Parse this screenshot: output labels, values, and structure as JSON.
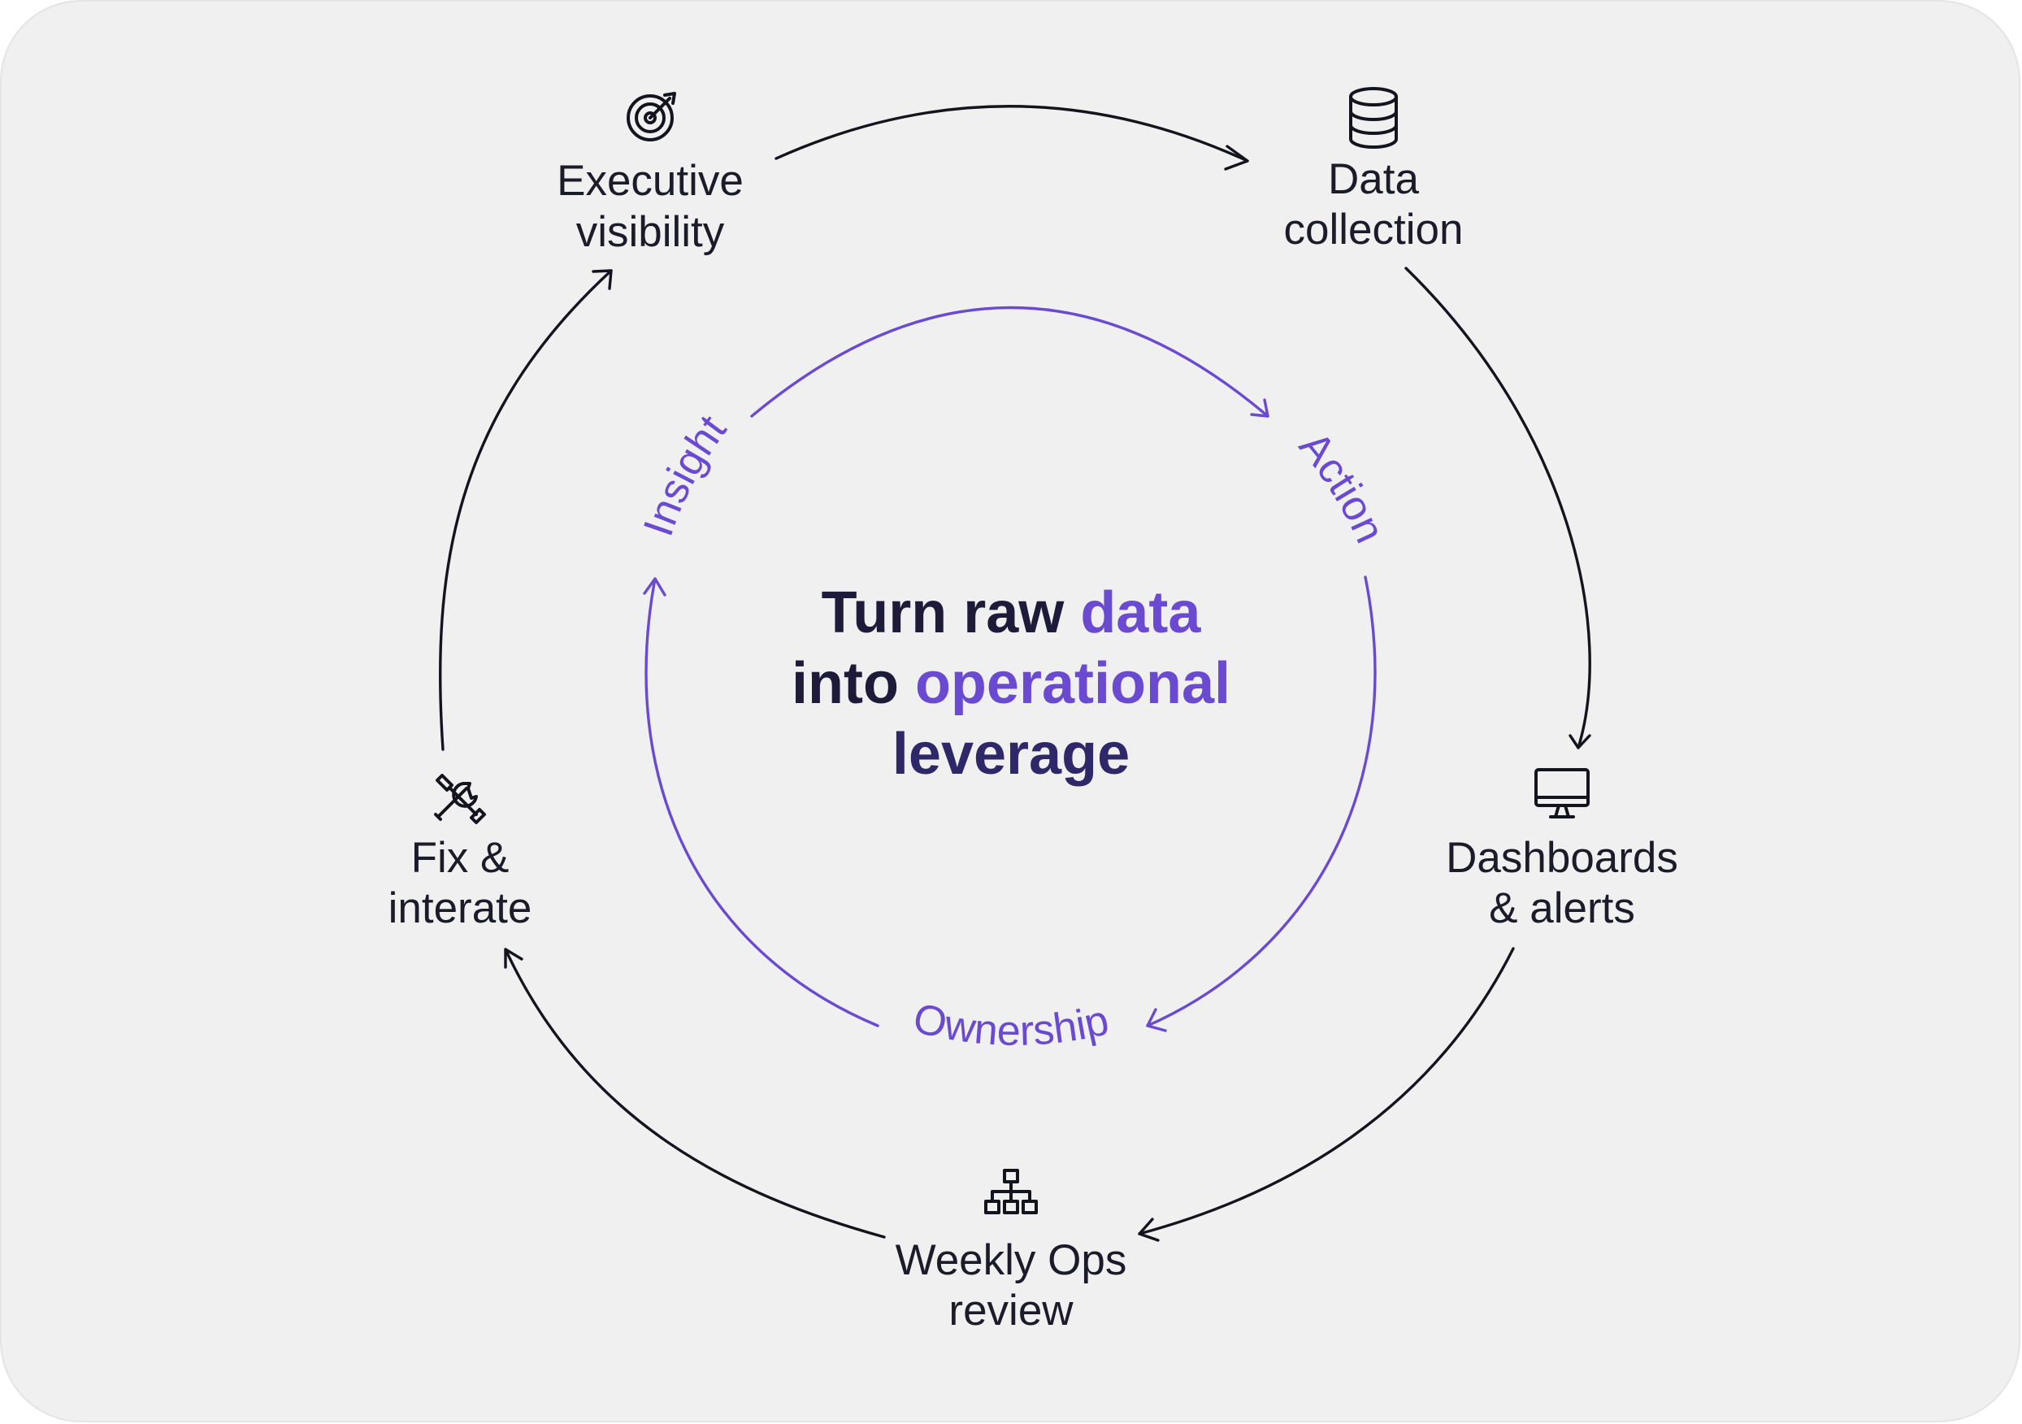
{
  "colors": {
    "background": "#f0f0f0",
    "ink": "#14141e",
    "accent": "#6a4ad0",
    "title_dark": "#1d1a3a"
  },
  "center_title": {
    "line1": {
      "dark": "Turn raw ",
      "accent": "data"
    },
    "line2": {
      "dark": "into ",
      "accent": "operational"
    },
    "line3": {
      "dark": "leverage"
    }
  },
  "outer_cycle": [
    {
      "id": "executive-visibility",
      "icon": "target-icon",
      "lines": [
        "Executive",
        "visibility"
      ]
    },
    {
      "id": "data-collection",
      "icon": "database-icon",
      "lines": [
        "Data",
        "collection"
      ]
    },
    {
      "id": "dashboards-alerts",
      "icon": "monitor-icon",
      "lines": [
        "Dashboards",
        "& alerts"
      ]
    },
    {
      "id": "weekly-ops-review",
      "icon": "org-chart-icon",
      "lines": [
        "Weekly Ops",
        "review"
      ]
    },
    {
      "id": "fix-iterate",
      "icon": "tools-icon",
      "lines": [
        "Fix &",
        "interate"
      ]
    }
  ],
  "inner_cycle": [
    {
      "id": "insight",
      "label": "Insight"
    },
    {
      "id": "action",
      "label": "Action"
    },
    {
      "id": "ownership",
      "label": "Ownership"
    }
  ]
}
